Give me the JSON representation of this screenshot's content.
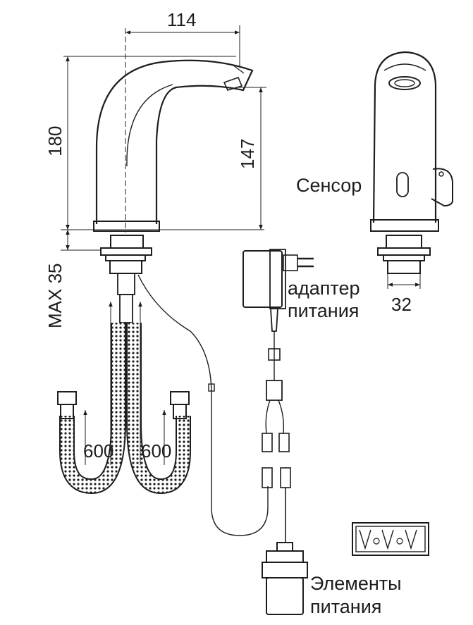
{
  "dimensions": {
    "width_top": "114",
    "height_total": "180",
    "height_spout": "147",
    "max_mount": "MAX 35",
    "nut_width": "32",
    "hose_left": "600",
    "hose_right": "600"
  },
  "labels": {
    "sensor": "Сенсор",
    "adapter_line1": "адаптер",
    "adapter_line2": "питания",
    "battery_line1": "Элементы",
    "battery_line2": "питания"
  }
}
